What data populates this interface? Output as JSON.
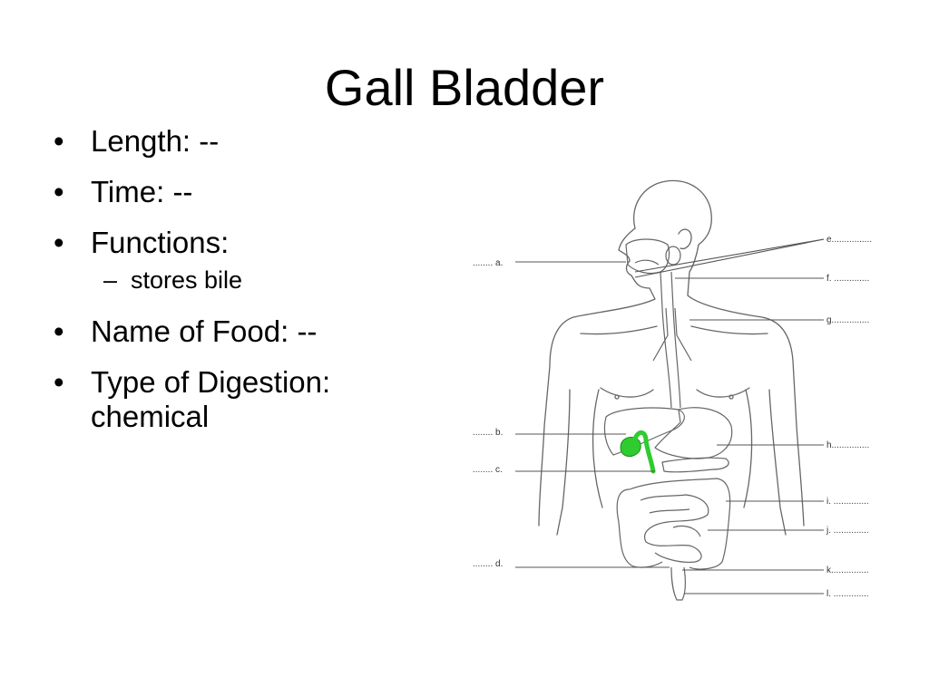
{
  "slide": {
    "title": "Gall Bladder",
    "bullets": [
      {
        "text": "Length: --"
      },
      {
        "text": "Time: --"
      },
      {
        "text": "Functions:"
      },
      {
        "text": "stores bile",
        "sub": true
      },
      {
        "text": "Name of Food: --"
      },
      {
        "text": "Type of Digestion:",
        "continuation": "chemical"
      }
    ]
  },
  "diagram": {
    "highlight_color": "#2ecc2e",
    "line_color": "#555555",
    "labels_left": [
      {
        "letter": "a.",
        "dots": "........"
      },
      {
        "letter": "b.",
        "dots": "........"
      },
      {
        "letter": "c.",
        "dots": "........"
      },
      {
        "letter": "d.",
        "dots": "........"
      }
    ],
    "labels_right": [
      {
        "letter": "e.",
        "dots": "..............."
      },
      {
        "letter": "f.",
        "dots": ".............."
      },
      {
        "letter": "g.",
        "dots": ".............."
      },
      {
        "letter": "h.",
        "dots": ".............."
      },
      {
        "letter": "i.",
        "dots": ".............."
      },
      {
        "letter": "j.",
        "dots": ".............."
      },
      {
        "letter": "k.",
        "dots": ".............."
      },
      {
        "letter": "l.",
        "dots": ".............."
      }
    ]
  }
}
